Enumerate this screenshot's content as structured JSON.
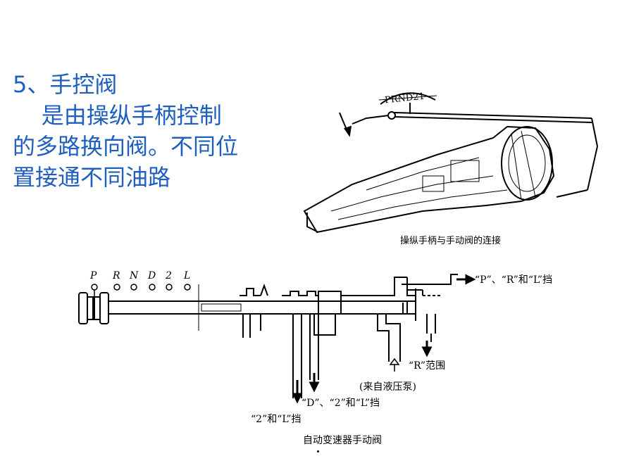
{
  "slide": {
    "heading": "5、手控阀",
    "body_lines": [
      "    是由操纵手柄控制",
      "的多路换向阀。不同位",
      "置接通不同油路"
    ]
  },
  "top_figure": {
    "dial_text": "PRND21",
    "caption": "操纵手柄与手动阀的连接"
  },
  "bottom_figure": {
    "positions": [
      "P",
      "R",
      "N",
      "D",
      "2",
      "L"
    ],
    "out_prl": "“P”、“R”和“L”挡",
    "in_r": "“R”范围",
    "pump": "(来自液压泵)",
    "out_d2l": "“D”、“2”和“L”挡",
    "out_2l": "“2”和“L”挡",
    "caption": "自动变速器手动阀"
  },
  "colors": {
    "text_blue": "#1f5fbf"
  }
}
